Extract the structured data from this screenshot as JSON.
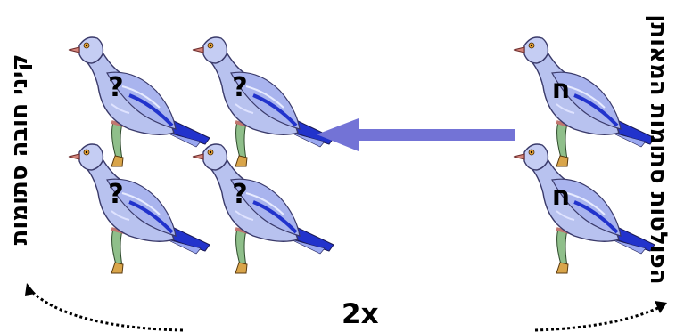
{
  "labels": {
    "left": "קיני חובה סתומות",
    "right": "הפולטות סתומות המאותן",
    "multiplier": "2x",
    "unknown_mark": "?",
    "known_mark": "ח"
  },
  "colors": {
    "arrow": "#7373d6",
    "pigeon_body": "#b8c2ef",
    "pigeon_outline": "#3a3a6a",
    "wing_blue": "#2233cc",
    "perch_green": "#8fbf8a",
    "dotted": "#000000"
  },
  "birds": [
    {
      "mark": "unknown",
      "group": "destination"
    },
    {
      "mark": "unknown",
      "group": "destination"
    },
    {
      "mark": "unknown",
      "group": "destination"
    },
    {
      "mark": "unknown",
      "group": "destination"
    },
    {
      "mark": "known",
      "group": "source"
    },
    {
      "mark": "known",
      "group": "source"
    }
  ]
}
